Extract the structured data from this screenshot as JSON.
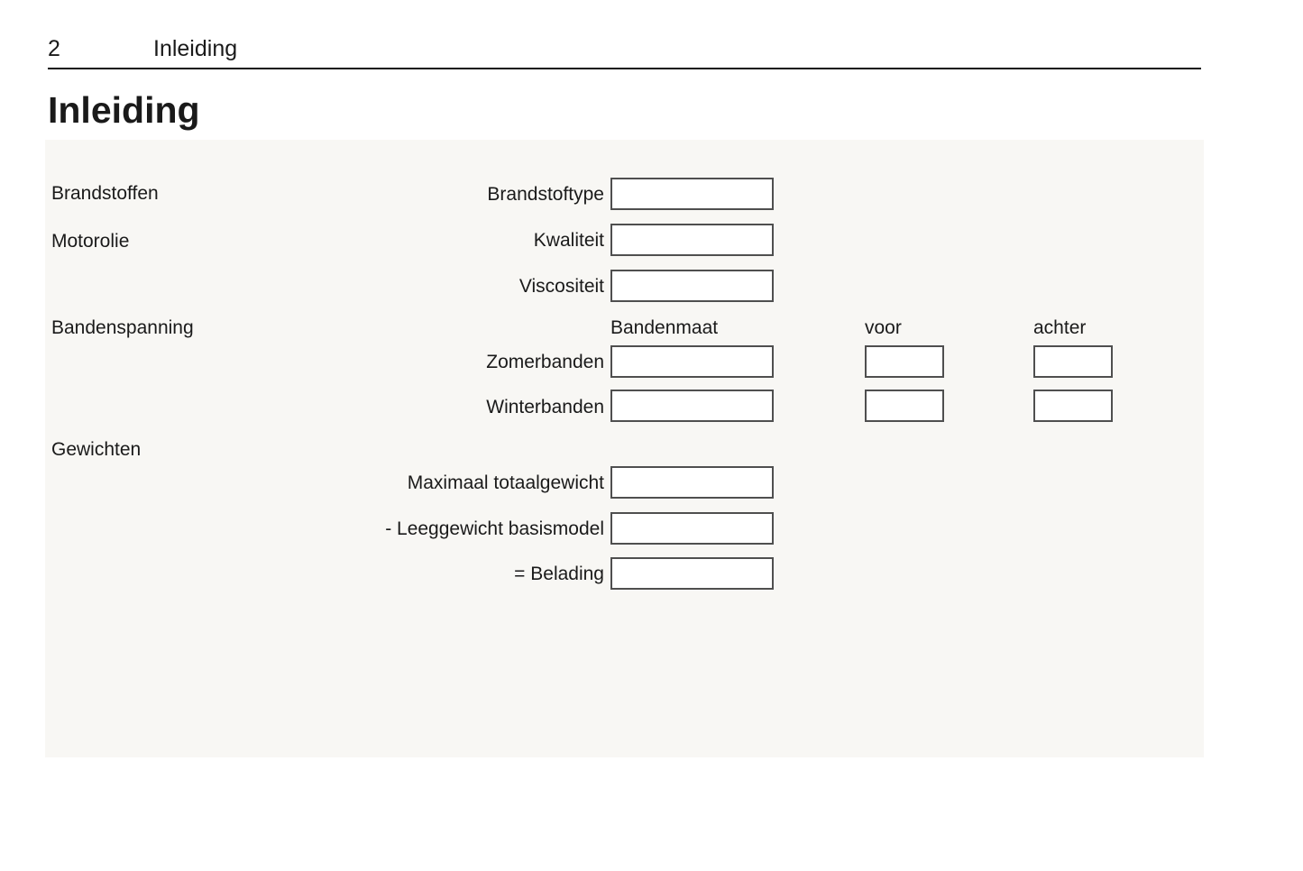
{
  "header": {
    "page_number": "2",
    "chapter": "Inleiding"
  },
  "title": "Inleiding",
  "form": {
    "section_fuels": "Brandstoffen",
    "section_engine_oil": "Motorolie",
    "section_tyre_pressure": "Bandenspanning",
    "section_weights": "Gewichten",
    "label_fuel_type": "Brandstoftype",
    "label_quality": "Kwaliteit",
    "label_viscosity": "Viscositeit",
    "col_tyre_size": "Bandenmaat",
    "col_front": "voor",
    "col_rear": "achter",
    "label_summer_tyres": "Zomerbanden",
    "label_winter_tyres": "Winterbanden",
    "label_max_total_weight": "Maximaal totaalgewicht",
    "label_kerb_weight": "- Leeggewicht basismodel",
    "label_payload": "= Belading",
    "values": {
      "fuel_type": "",
      "quality": "",
      "viscosity": "",
      "summer_tyre_size": "",
      "summer_front": "",
      "summer_rear": "",
      "winter_tyre_size": "",
      "winter_front": "",
      "winter_rear": "",
      "max_total_weight": "",
      "kerb_weight": "",
      "payload": ""
    }
  }
}
